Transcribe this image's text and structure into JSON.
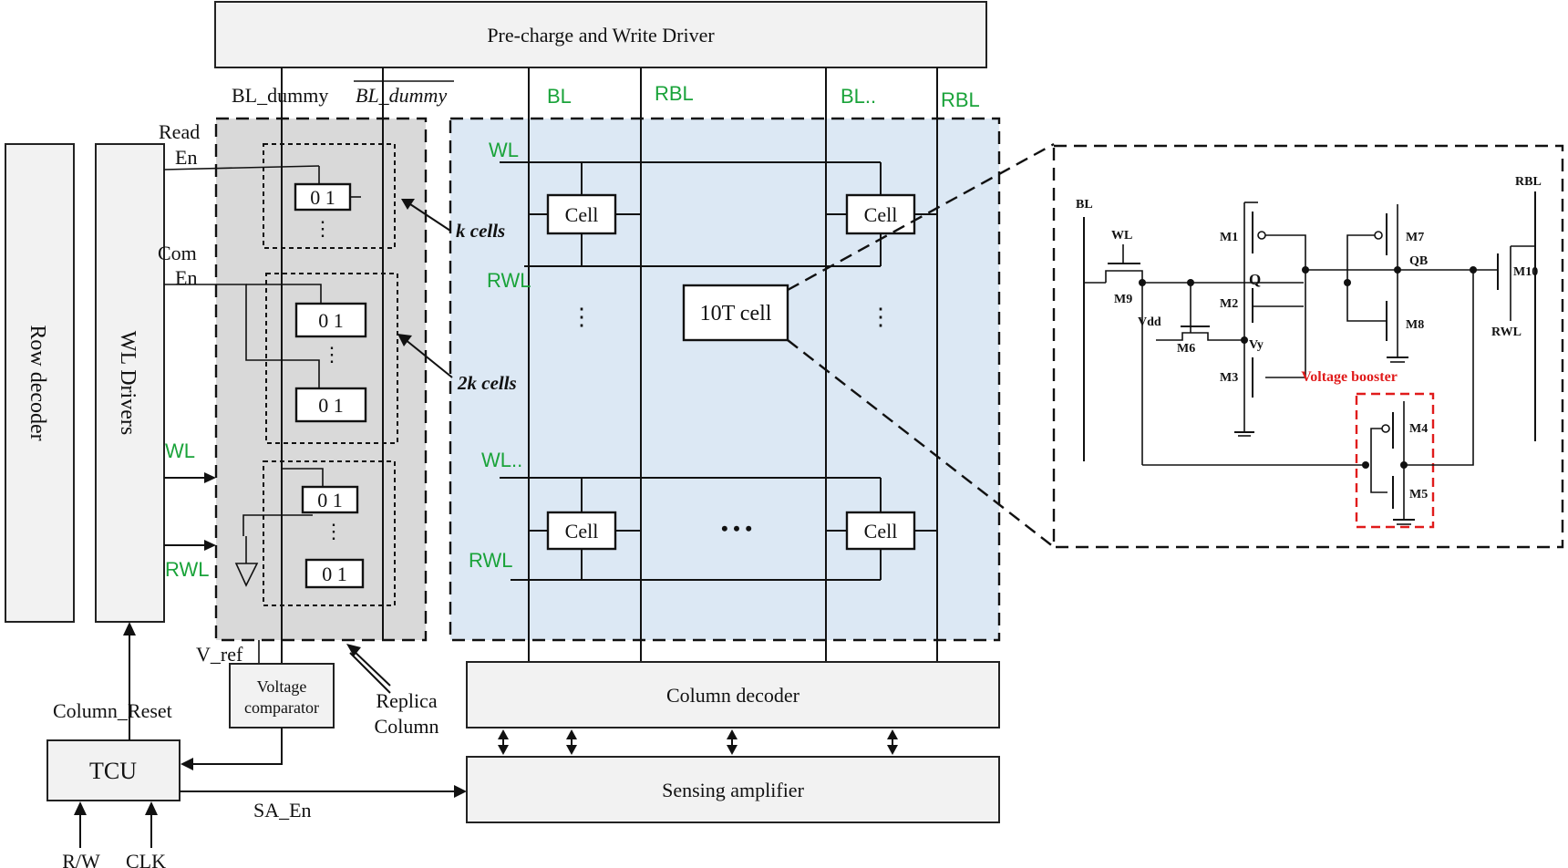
{
  "blocks": {
    "precharge": "Pre-charge and Write Driver",
    "row_decoder": "Row decoder",
    "wl_drivers": "WL Drivers",
    "column_decoder": "Column decoder",
    "sensing_amplifier": "Sensing amplifier",
    "tcu": "TCU",
    "voltage_comparator_l1": "Voltage",
    "voltage_comparator_l2": "comparator",
    "ten_t_cell": "10T cell",
    "cell": "Cell"
  },
  "labels": {
    "bl_dummy": "BL_dummy",
    "bl_dummy_bar": "BL_dummy",
    "read_en_l1": "Read",
    "read_en_l2": "En",
    "com_en_l1": "Com",
    "com_en_l2": "En",
    "k_cells": "k cells",
    "two_k_cells": "2k cells",
    "v_ref": "V_ref",
    "replica_l1": "Replica",
    "replica_l2": "Column",
    "column_reset": "Column_Reset",
    "sa_en": "SA_En",
    "rw": "R/W",
    "clk": "CLK",
    "dummy_cell": "0 1"
  },
  "signals": {
    "bl": "BL",
    "rbl": "RBL",
    "bl2": "BL..",
    "rbl2": "RBL",
    "wl_top": "WL",
    "rwl_top": "RWL",
    "wl_bot": "WL..",
    "rwl_bot": "RWL",
    "wl_left": "WL",
    "rwl_left": "RWL",
    "dots_h": "• • •"
  },
  "schematic": {
    "bl": "BL",
    "wl": "WL",
    "rbl": "RBL",
    "rwl": "RWL",
    "q": "Q",
    "qb": "QB",
    "vdd": "Vdd",
    "vy": "Vy",
    "m1": "M1",
    "m2": "M2",
    "m3": "M3",
    "m4": "M4",
    "m5": "M5",
    "m6": "M6",
    "m7": "M7",
    "m8": "M8",
    "m9": "M9",
    "m10": "M10",
    "voltage_booster": "Voltage booster"
  },
  "colors": {
    "signal_green": "#1aa33a",
    "booster_red": "#e01b1b",
    "array_fill": "#dce8f4",
    "replica_fill": "#d9d9d9",
    "box_fill": "#f2f2f2"
  }
}
